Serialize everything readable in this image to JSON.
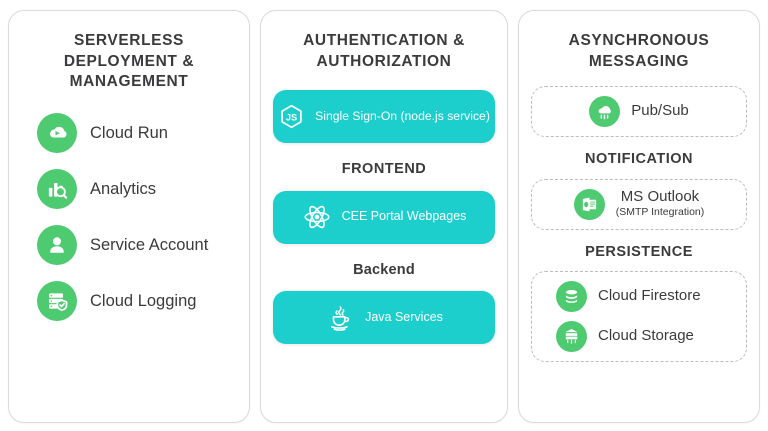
{
  "diagram": {
    "colors": {
      "green": "#4ecb71",
      "teal": "#1ccfcd",
      "text_dark": "#3b3b3d",
      "card_border": "#d8dbdc",
      "dashed_border": "#b9bdbe",
      "background": "#ffffff"
    },
    "columns": [
      {
        "id": "serverless",
        "title": "SERVERLESS\nDEPLOYMENT &\nMANAGEMENT",
        "services": [
          {
            "label": "Cloud Run",
            "icon": "cloud-run-icon"
          },
          {
            "label": "Analytics",
            "icon": "analytics-icon"
          },
          {
            "label": "Service Account",
            "icon": "service-account-icon"
          },
          {
            "label": "Cloud Logging",
            "icon": "cloud-logging-icon"
          }
        ]
      },
      {
        "id": "auth",
        "title": "AUTHENTICATION &\nAUTHORIZATION",
        "sso": {
          "label": "Single Sign-On (node.js service)",
          "icon": "nodejs-icon"
        },
        "frontend": {
          "heading": "FRONTEND",
          "item": {
            "label": "CEE Portal Webpages",
            "icon": "react-icon"
          }
        },
        "backend": {
          "heading": "Backend",
          "item": {
            "label": "Java Services",
            "icon": "java-icon"
          }
        }
      },
      {
        "id": "async",
        "title": "ASYNCHRONOUS\nMESSAGING",
        "messaging": {
          "items": [
            {
              "label": "Pub/Sub",
              "icon": "pubsub-icon"
            }
          ]
        },
        "notification": {
          "heading": "NOTIFICATION",
          "items": [
            {
              "label": "MS Outlook",
              "sublabel": "(SMTP Integration)",
              "icon": "ms-outlook-icon"
            }
          ]
        },
        "persistence": {
          "heading": "PERSISTENCE",
          "items": [
            {
              "label": "Cloud Firestore",
              "icon": "cloud-firestore-icon"
            },
            {
              "label": "Cloud Storage",
              "icon": "cloud-storage-icon"
            }
          ]
        }
      }
    ]
  }
}
